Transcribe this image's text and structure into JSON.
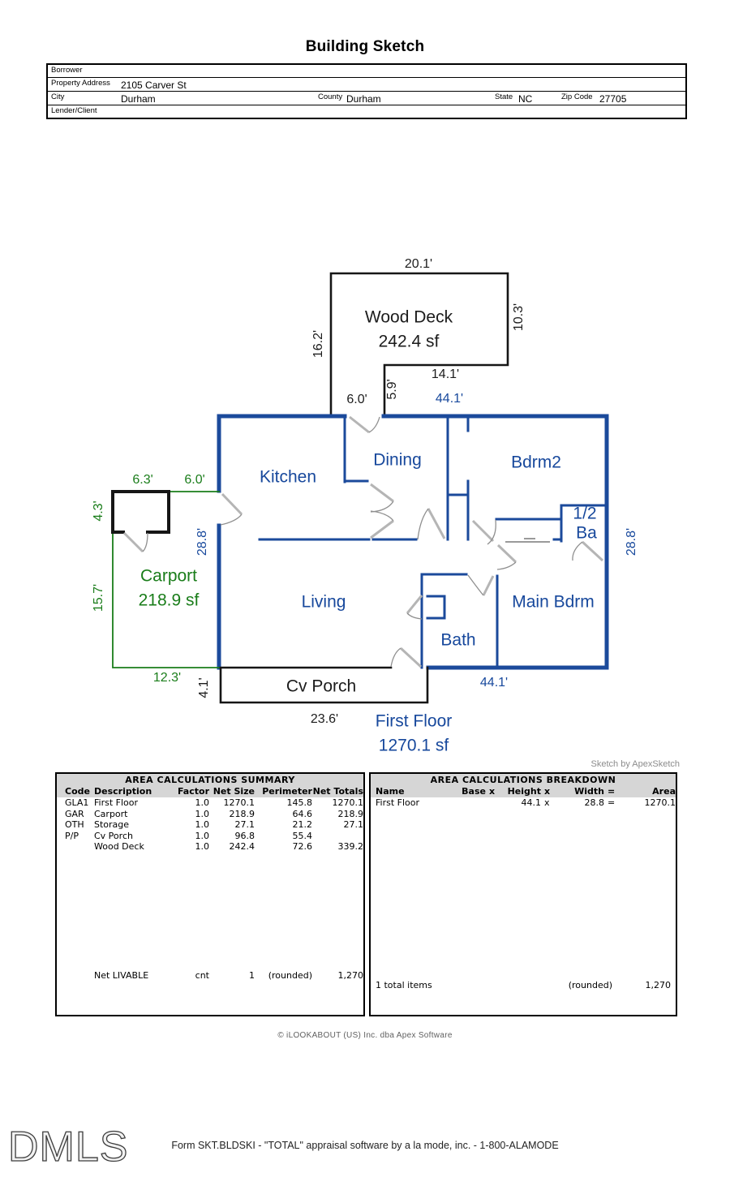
{
  "title": "Building Sketch",
  "form": {
    "borrower_label": "Borrower",
    "property_address_label": "Property Address",
    "property_address_value": "2105 Carver St",
    "city_label": "City",
    "city_value": "Durham",
    "county_label": "County",
    "county_value": "Durham",
    "state_label": "State",
    "state_value": "NC",
    "zip_label": "Zip Code",
    "zip_value": "27705",
    "lender_label": "Lender/Client"
  },
  "sketch": {
    "colors": {
      "wall_blue": "#1b4a9b",
      "carport_green": "#1a7d1a",
      "deck_black": "#161616"
    },
    "rooms": {
      "wood_deck": "Wood Deck",
      "wood_deck_sf": "242.4 sf",
      "kitchen": "Kitchen",
      "dining": "Dining",
      "bdrm2": "Bdrm2",
      "half_ba_line1": "1/2",
      "half_ba_line2": "Ba",
      "main_bdrm": "Main Bdrm",
      "bath": "Bath",
      "living": "Living",
      "carport": "Carport",
      "carport_sf": "218.9 sf",
      "cv_porch": "Cv Porch",
      "first_floor": "First Floor",
      "first_floor_sf": "1270.1 sf"
    },
    "dims": {
      "deck_top": "20.1'",
      "deck_left": "16.2'",
      "deck_right": "10.3'",
      "deck_inner_w": "14.1'",
      "deck_inner_h": "5.9'",
      "deck_door": "6.0'",
      "main_top": "44.1'",
      "main_left": "28.8'",
      "main_right": "28.8'",
      "main_bottom": "44.1'",
      "storage_w": "6.3'",
      "storage_gap": "6.0'",
      "storage_h": "4.3'",
      "carport_left": "15.7'",
      "carport_bottom": "12.3'",
      "porch_left": "4.1'",
      "porch_bottom": "23.6'"
    },
    "credit": "Sketch by ApexSketch"
  },
  "summary_table": {
    "title": "AREA CALCULATIONS SUMMARY",
    "headers": {
      "code": "Code",
      "desc": "Description",
      "factor": "Factor",
      "net_size": "Net Size",
      "perimeter": "Perimeter",
      "net_totals": "Net Totals"
    },
    "rows": [
      {
        "code": "GLA1",
        "desc": "First Floor",
        "factor": "1.0",
        "net_size": "1270.1",
        "perimeter": "145.8",
        "net_totals": "1270.1"
      },
      {
        "code": "GAR",
        "desc": "Carport",
        "factor": "1.0",
        "net_size": "218.9",
        "perimeter": "64.6",
        "net_totals": "218.9"
      },
      {
        "code": "OTH",
        "desc": "Storage",
        "factor": "1.0",
        "net_size": "27.1",
        "perimeter": "21.2",
        "net_totals": "27.1"
      },
      {
        "code": "P/P",
        "desc": "Cv Porch",
        "factor": "1.0",
        "net_size": "96.8",
        "perimeter": "55.4",
        "net_totals": ""
      },
      {
        "code": "",
        "desc": "Wood Deck",
        "factor": "1.0",
        "net_size": "242.4",
        "perimeter": "72.6",
        "net_totals": "339.2"
      }
    ],
    "livable": {
      "label": "Net LIVABLE",
      "unit": "cnt",
      "count": "1",
      "rounded_label": "(rounded)",
      "total": "1,270"
    }
  },
  "breakdown_table": {
    "title": "AREA CALCULATIONS BREAKDOWN",
    "headers": {
      "name": "Name",
      "base": "Base",
      "x1": "x",
      "height": "Height",
      "x2": "x",
      "width": "Width",
      "eq": "=",
      "area": "Area"
    },
    "rows": [
      {
        "name": "First Floor",
        "base": "",
        "x1": "",
        "height": "44.1",
        "x2": "x",
        "width": "28.8",
        "eq": "=",
        "area": "1270.1"
      }
    ],
    "totals": {
      "label": "1 total items",
      "rounded_label": "(rounded)",
      "total": "1,270"
    }
  },
  "footer": {
    "software_credit": "© iLOOKABOUT (US) Inc. dba Apex Software",
    "watermark": "DMLS",
    "form_line": "Form SKT.BLDSKI - \"TOTAL\" appraisal software by a la mode, inc. - 1-800-ALAMODE"
  }
}
